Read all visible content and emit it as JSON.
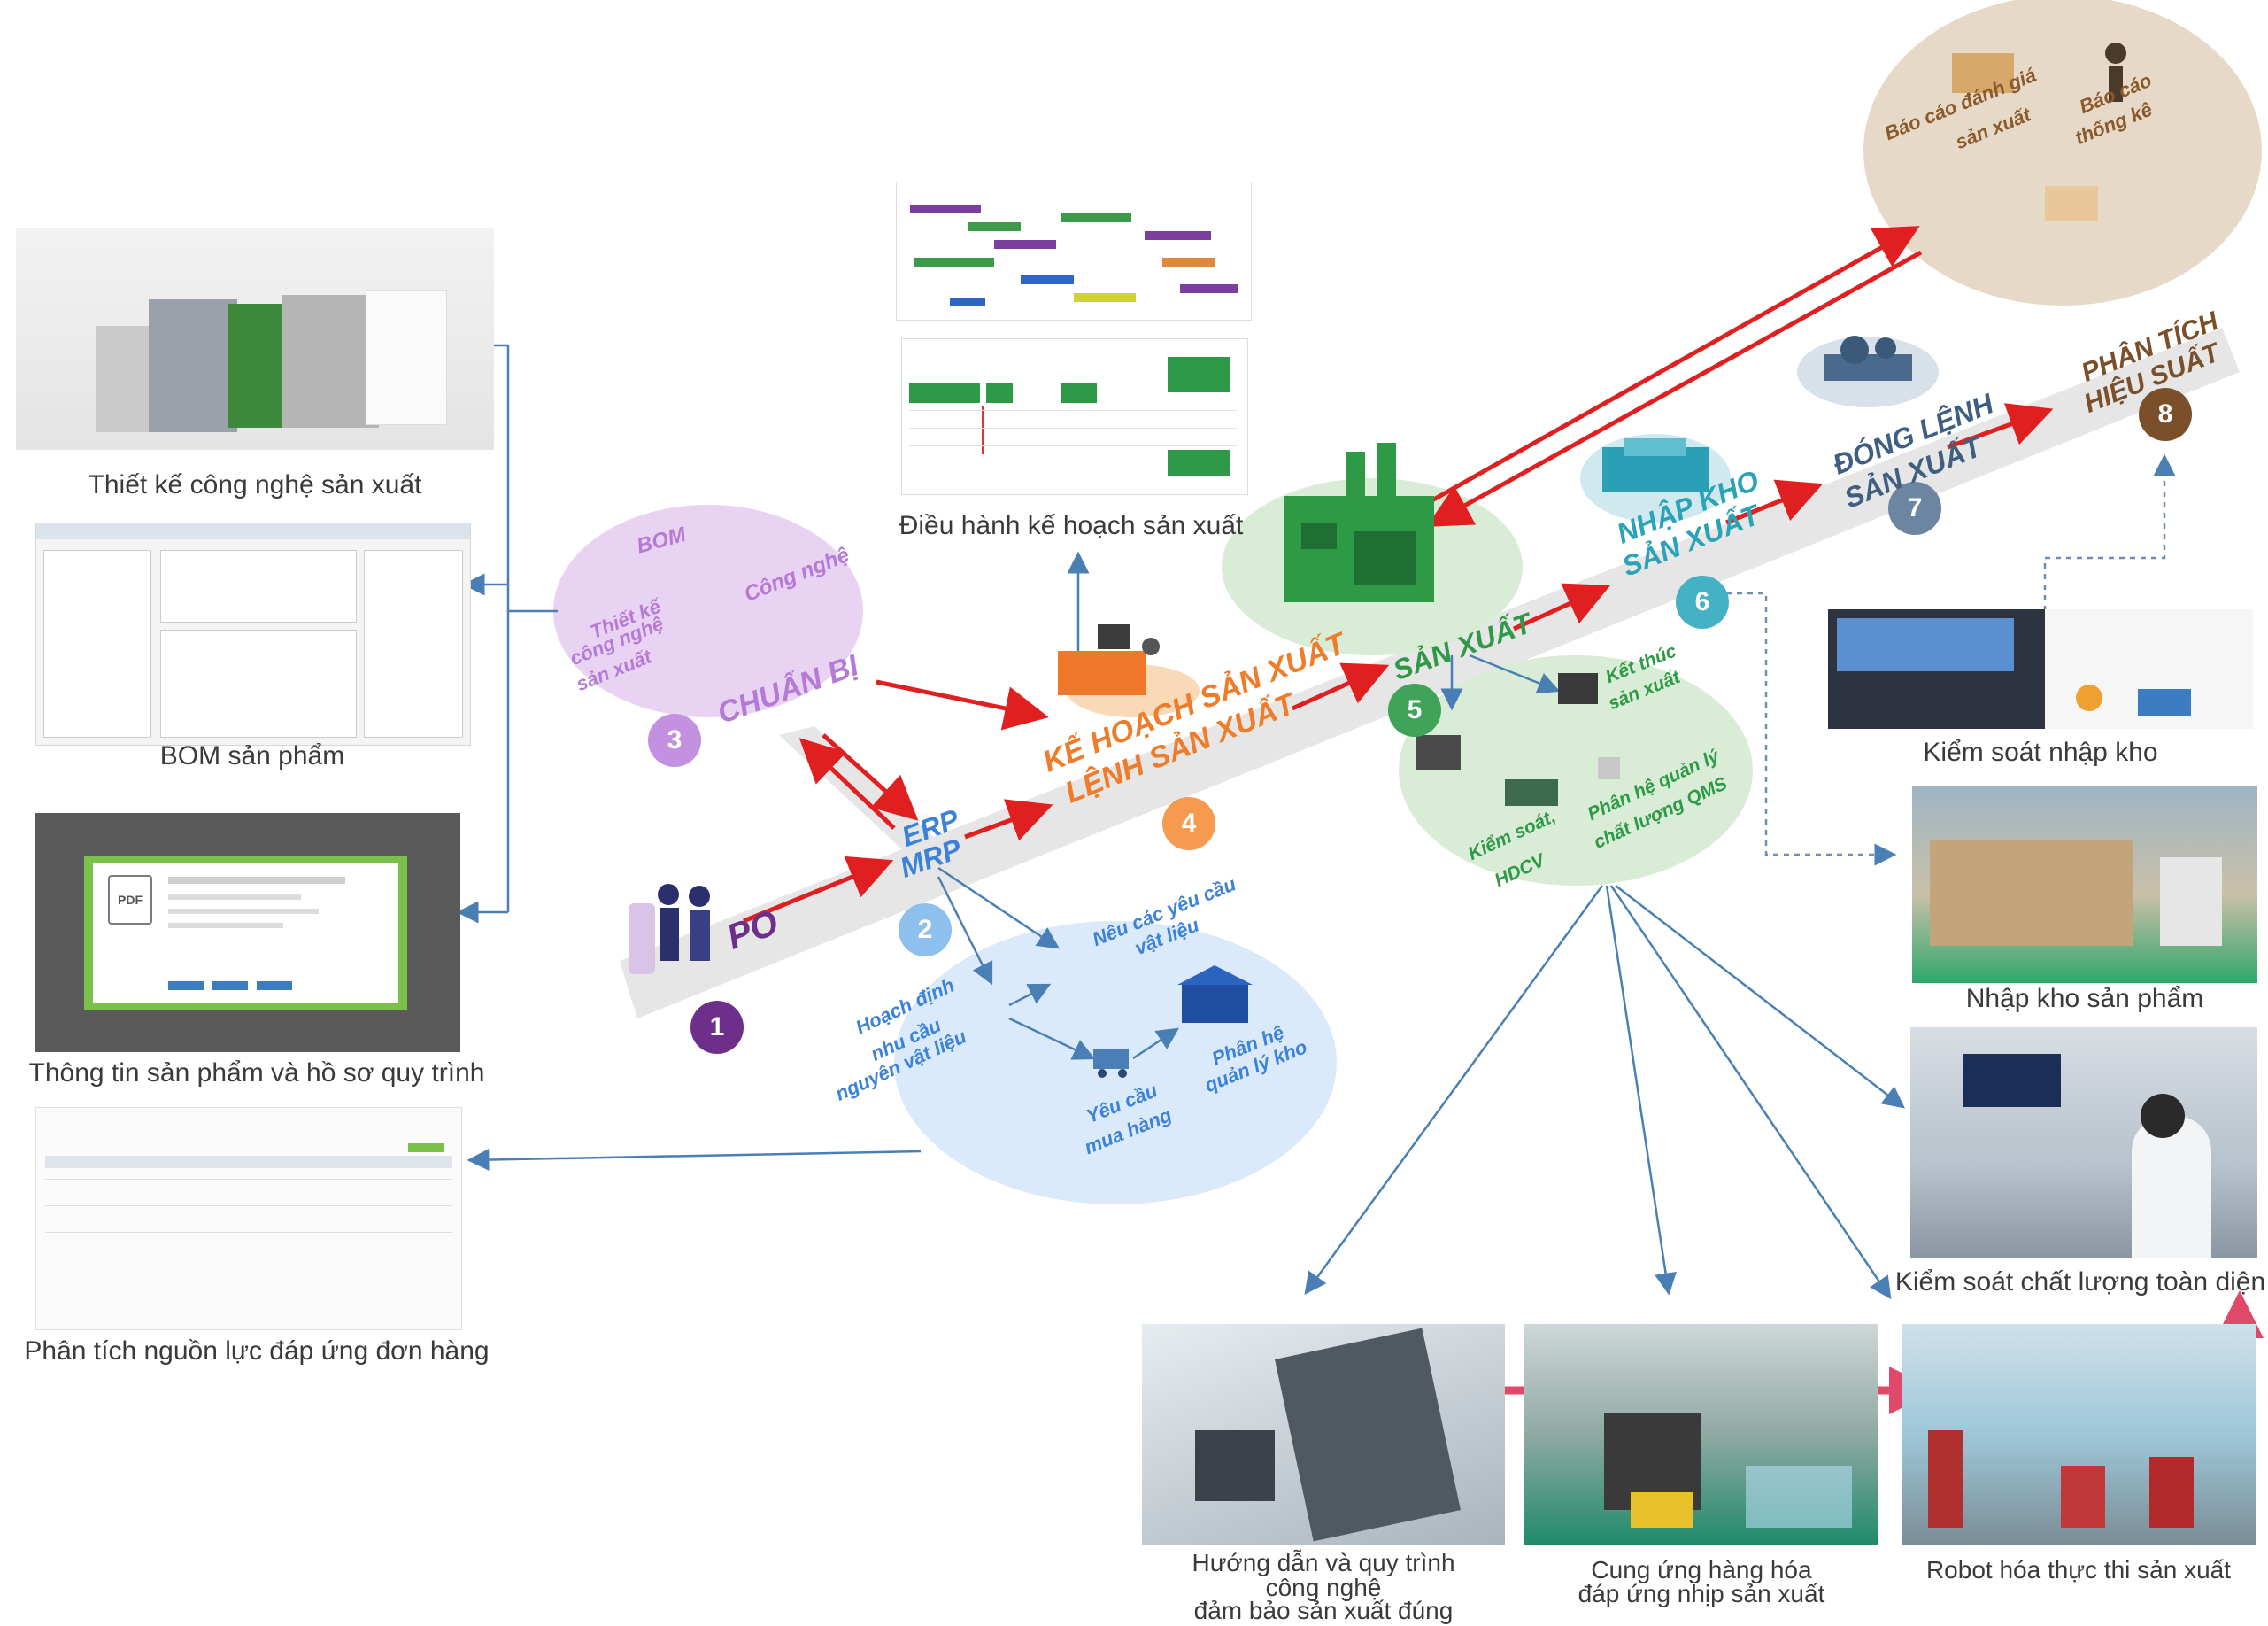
{
  "stages": {
    "po": {
      "label": "PO",
      "number": "1"
    },
    "erp": {
      "label_1": "ERP",
      "label_2": "MRP",
      "number": "2"
    },
    "prep": {
      "label": "CHUẨN BỊ",
      "number": "3",
      "bom": "BOM",
      "tech": "Công nghệ",
      "design_1": "Thiết kế",
      "design_2": "công nghệ",
      "design_3": "sản xuất"
    },
    "plan": {
      "label_1": "KẾ HOẠCH SẢN XUẤT",
      "label_2": "LỆNH SẢN XUẤT",
      "number": "4"
    },
    "production": {
      "label": "SẢN XUẤT",
      "number": "5",
      "finish_1": "Kết thúc",
      "finish_2": "sản xuất",
      "qms_1": "Phân hệ quản lý",
      "qms_2": "chất lượng QMS",
      "control_1": "Kiểm soát,",
      "control_2": "HDCV"
    },
    "warehouse": {
      "label_1": "NHẬP KHO",
      "label_2": "SẢN XUẤT",
      "number": "6"
    },
    "close": {
      "label_1": "ĐÓNG LỆNH",
      "label_2": "SẢN XUẤT",
      "number": "7"
    },
    "analysis": {
      "label_1": "PHÂN TÍCH",
      "label_2": "HIỆU SUẤT",
      "number": "8"
    }
  },
  "mrp_bubble": {
    "requirements_1": "Nêu các yêu cầu",
    "requirements_2": "vật liệu",
    "planning_1": "Hoạch định",
    "planning_2": "nhu cầu",
    "planning_3": "nguyên vật liệu",
    "purchase_1": "Yêu cầu",
    "purchase_2": "mua hàng",
    "wms_1": "Phân hệ",
    "wms_2": "quản lý kho"
  },
  "report_bubble": {
    "eval_1": "Báo cáo đánh giá",
    "eval_2": "sản xuất",
    "stats_1": "Báo cáo",
    "stats_2": "thống kê"
  },
  "captions": {
    "tech_design": "Thiết kế công nghệ sản xuất",
    "bom_product": "BOM sản phẩm",
    "product_info": "Thông tin sản phẩm và hồ sơ quy trình",
    "resource_analysis": "Phân tích nguồn lực đáp ứng đơn hàng",
    "plan_exec": "Điều hành kế hoạch sản xuất",
    "warehouse_control": "Kiểm soát nhập kho",
    "warehouse_in": "Nhập kho sản phẩm",
    "quality_control": "Kiểm soát chất lượng toàn diện",
    "guide_1": "Hướng dẫn và quy trình",
    "guide_2": "công nghệ",
    "guide_3": "đảm bảo sản xuất đúng",
    "supply_1": "Cung ứng hàng hóa",
    "supply_2": "đáp ứng nhịp sản xuất",
    "robot": "Robot hóa thực thi sản xuất"
  },
  "pdf_badge": "PDF",
  "colors": {
    "po": "#6d2f8a",
    "erp": "#5a9be0",
    "prep": "#b57ad6",
    "plan": "#f07c2a",
    "production": "#2e9a48",
    "warehouse": "#2aa3b8",
    "close": "#5c7896",
    "analysis": "#7a4f2a",
    "red_arrow": "#e02020",
    "blue_arrow": "#4a7fb5"
  }
}
